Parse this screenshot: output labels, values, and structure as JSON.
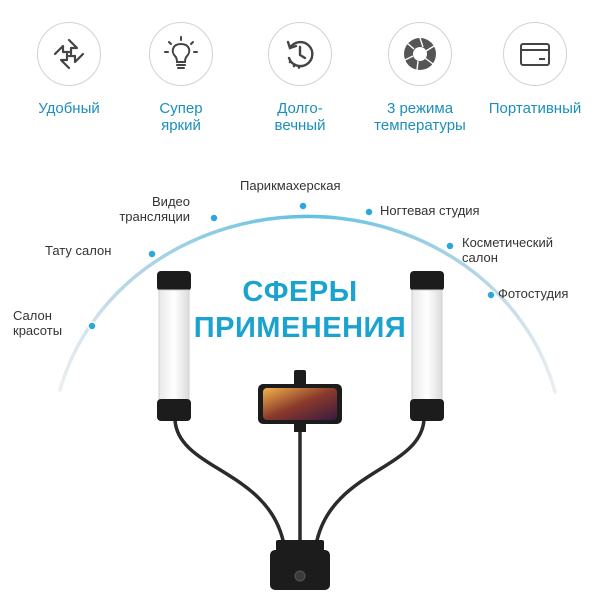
{
  "features": [
    {
      "icon": "arrows-rotate-icon",
      "label": "Удобный"
    },
    {
      "icon": "light-bulb-icon",
      "label": "Супер\nяркий"
    },
    {
      "icon": "refresh-clock-icon",
      "label": "Долго-\nвечный"
    },
    {
      "icon": "aperture-icon",
      "label": "3 режима\nтемпературы"
    },
    {
      "icon": "wallet-icon",
      "label": "Портативный"
    }
  ],
  "areas": [
    {
      "label": "Салон\nкрасоты"
    },
    {
      "label": "Тату салон"
    },
    {
      "label": "Видео\nтрансляции"
    },
    {
      "label": "Парикмахерская"
    },
    {
      "label": "Ногтевая студия"
    },
    {
      "label": "Косметический\nсалон"
    },
    {
      "label": "Фотостудия"
    }
  ],
  "headline": {
    "line1": "СФЕРЫ",
    "line2": "ПРИМЕНЕНИЯ"
  },
  "colors": {
    "accent": "#1aa3cf",
    "label_blue": "#1b8fbd",
    "dot": "#2aa7dd",
    "device": "#1c1c1c"
  }
}
